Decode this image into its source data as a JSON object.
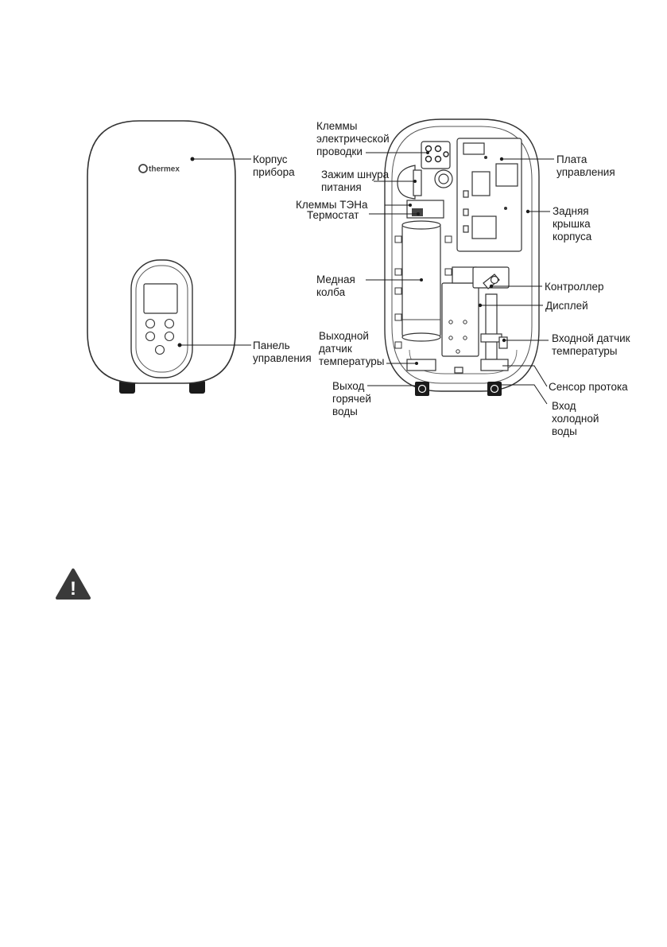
{
  "brand": "thermex",
  "front_labels": {
    "body": [
      "Корпус",
      "прибора"
    ],
    "panel": [
      "Панель",
      "управления"
    ]
  },
  "inner_labels": {
    "wiring_terminals": [
      "Клеммы",
      "электрической",
      "проводки"
    ],
    "cord_clamp": [
      "Зажим шнура",
      "питания"
    ],
    "heater_terminals": [
      "Клеммы ТЭНа"
    ],
    "thermostat": [
      "Термостат"
    ],
    "copper_flask": [
      "Медная",
      "колба"
    ],
    "outlet_temp_sensor": [
      "Выходной",
      "датчик",
      "температуры"
    ],
    "hot_water_outlet": [
      "Выход",
      "горячей",
      "воды"
    ],
    "control_board": [
      "Плата",
      "управления"
    ],
    "back_cover": [
      "Задняя",
      "крышка",
      "корпуса"
    ],
    "controller": [
      "Контроллер"
    ],
    "display": [
      "Дисплей"
    ],
    "inlet_temp_sensor": [
      "Входной датчик",
      "температуры"
    ],
    "flow_sensor": [
      "Сенсор протока"
    ],
    "cold_water_inlet": [
      "Вход",
      "холодной",
      "воды"
    ]
  },
  "warning_icon": "warning-triangle-icon",
  "colors": {
    "ink": "#1a1a1a",
    "warning": "#3a3a3a"
  }
}
